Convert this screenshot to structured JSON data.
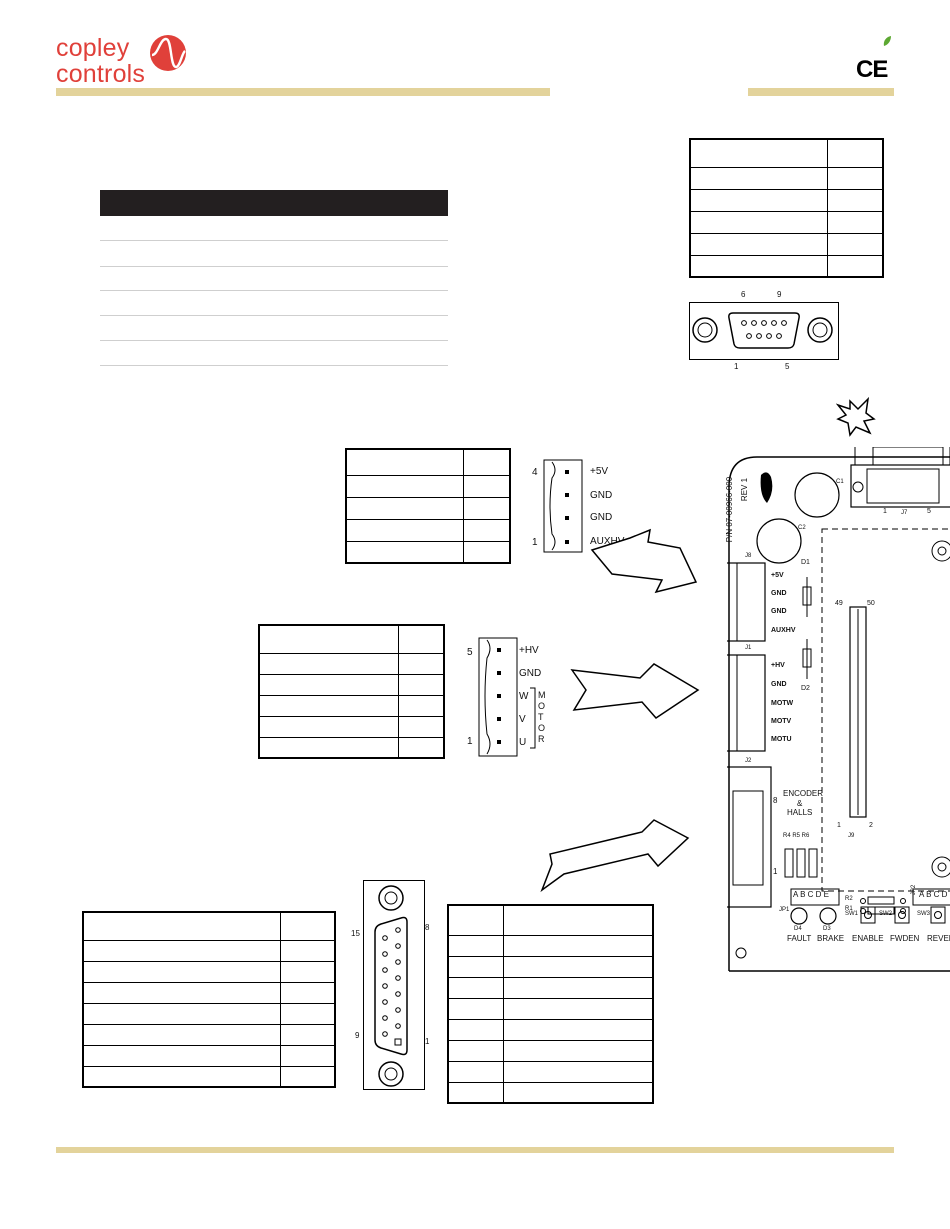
{
  "logo": {
    "line1": "copley",
    "line2": "controls"
  },
  "mark": {
    "ce": "CE"
  },
  "colors": {
    "accent_bar": "#e3d39b",
    "logo_red": "#e0403a",
    "leaf_green": "#5ca832",
    "table_header": "#231f20"
  },
  "j7": {
    "pin_top_left": "6",
    "pin_top_right": "9",
    "pin_bottom_left": "1",
    "pin_bottom_right": "5"
  },
  "j8": {
    "pin_top": "4",
    "pin_bottom": "1",
    "signals": [
      "+5V",
      "GND",
      "GND",
      "AUXHV"
    ]
  },
  "j1": {
    "pin_top": "5",
    "pin_bottom": "1",
    "signals": [
      "+HV",
      "GND",
      "W",
      "V",
      "U"
    ],
    "side_label": [
      "M",
      "O",
      "T",
      "O",
      "R"
    ]
  },
  "j2": {
    "pin_top_left": "15",
    "pin_top_right": "8",
    "pin_bottom_left": "9",
    "pin_bottom_right": "1"
  },
  "board": {
    "part_number": "P/N 07-00966-000",
    "rev": "REV 1",
    "c1": "C1",
    "c2": "C2",
    "d1": "D1",
    "d2": "D2",
    "j7_label": "J7",
    "j7_pin1": "1",
    "j7_pin5": "5",
    "j8_label": "J8",
    "j8_signals": [
      "+5V",
      "GND",
      "GND",
      "AUXHV"
    ],
    "j1_label": "J1",
    "j1_signals": [
      "+HV",
      "GND",
      "MOTW",
      "MOTV",
      "MOTU"
    ],
    "j2_label": "J2",
    "j2_pin8": "8",
    "j2_pin1": "1",
    "encoder": [
      "ENCODER",
      "&",
      "HALLS"
    ],
    "j9_label": "J9",
    "j9_p49": "49",
    "j9_p50": "50",
    "j9_p1": "1",
    "j9_p2": "2",
    "resistors": "R4 R5 R6",
    "jp1": "JP1",
    "jp1_letters": "A B C D E",
    "jp2": "JP2",
    "jp2_letters": "A B C D",
    "r1": "R1",
    "r2": "R2",
    "leds": [
      {
        "ref": "D4",
        "name": "FAULT"
      },
      {
        "ref": "D3",
        "name": "BRAKE"
      }
    ],
    "switches": [
      {
        "ref": "SW1",
        "name": "ENABLE"
      },
      {
        "ref": "SW2",
        "name": "FWDEN"
      },
      {
        "ref": "SW3",
        "name": "REVEN"
      }
    ]
  }
}
